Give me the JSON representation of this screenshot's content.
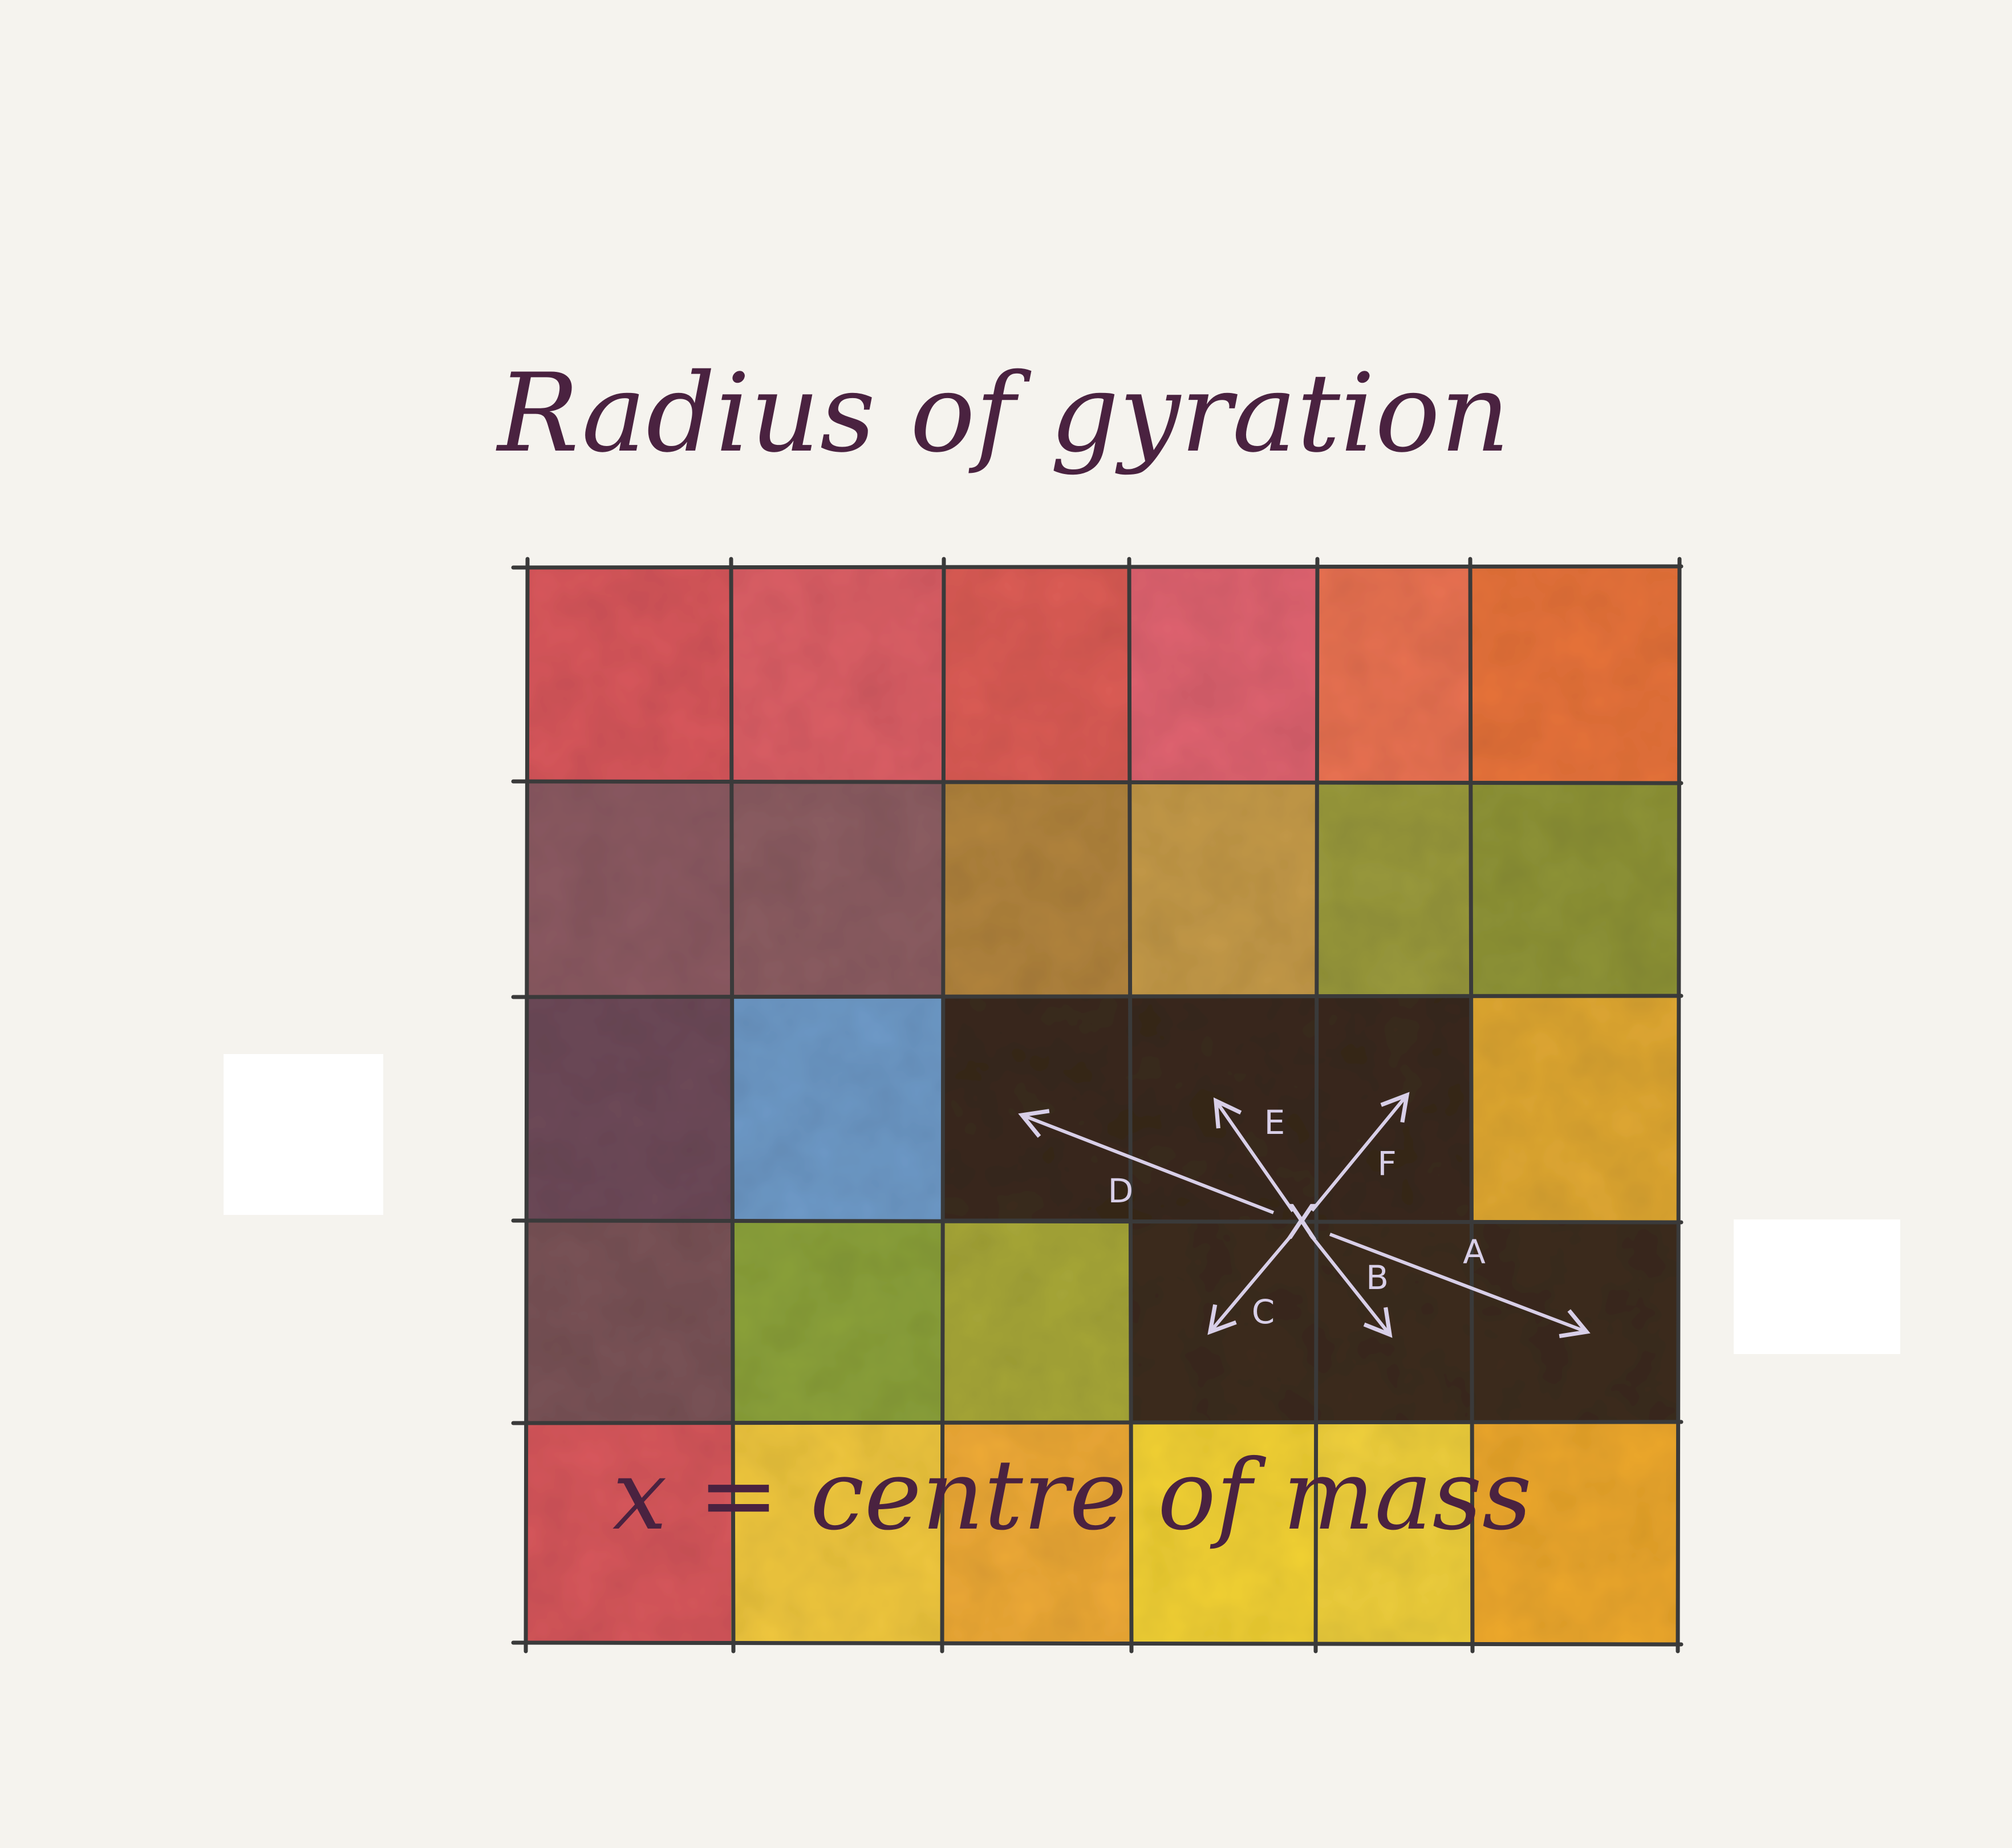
{
  "title": "Radius of gyration",
  "caption": "x = centre of mass",
  "grid": {
    "rows": 5,
    "cols": 6,
    "colors": [
      [
        "#d9575c",
        "#dd5f66",
        "#dc5c55",
        "#e06370",
        "#ea7252",
        "#e8733a"
      ],
      [
        "#8c5a62",
        "#8c5d62",
        "#b2843d",
        "#c59a48",
        "#9a9a3c",
        "#8f9436"
      ],
      [
        "#6e4a59",
        "#6e9ac8",
        "#3a2a1c",
        "#3a2a1c",
        "#3a2a1c",
        "#e0a832"
      ],
      [
        "#7a5357",
        "#8ca23a",
        "#a8a838",
        "#3d2c1e",
        "#3d2c1e",
        "#3d2c1e"
      ],
      [
        "#d8575c",
        "#f1c83e",
        "#eeaa36",
        "#f3d234",
        "#f0d03c",
        "#eda82c"
      ]
    ]
  },
  "centre_mark": "X",
  "arrows": [
    {
      "label": "A"
    },
    {
      "label": "B"
    },
    {
      "label": "C"
    },
    {
      "label": "D"
    },
    {
      "label": "E"
    },
    {
      "label": "F"
    }
  ],
  "colors": {
    "paper": "#f5f3ee",
    "ink": "#4a2240",
    "arrow": "#d8cfe8",
    "gridline": "#3a3a3a"
  }
}
